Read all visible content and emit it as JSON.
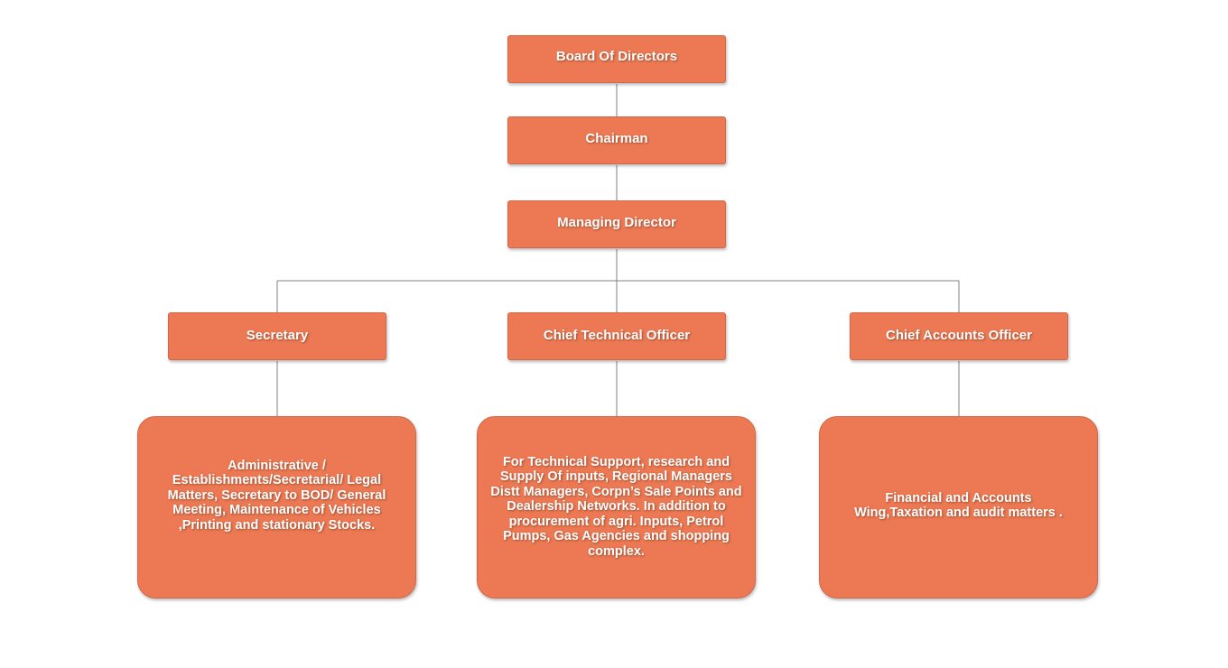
{
  "colors": {
    "box_fill": "#ec7953",
    "box_border": "#d0694a",
    "connector": "#808080",
    "text": "#ffffff"
  },
  "chart": {
    "board": "Board Of Directors",
    "chairman": "Chairman",
    "managing_director": "Managing Director",
    "secretary": {
      "title": "Secretary",
      "duties": "Administrative / Establishments/Secretarial/ Legal Matters, Secretary to BOD/ General Meeting, Maintenance of  Vehicles ,Printing and stationary Stocks."
    },
    "chief_technical_officer": {
      "title": "Chief Technical Officer",
      "duties": "For Technical Support, research and Supply Of inputs, Regional Managers Distt Managers, Corpn’s Sale Points and Dealership Networks. In addition to procurement of agri. Inputs, Petrol Pumps, Gas Agencies and shopping complex."
    },
    "chief_accounts_officer": {
      "title": "Chief Accounts Officer",
      "duties": "Financial and Accounts Wing,Taxation and audit matters ."
    }
  }
}
